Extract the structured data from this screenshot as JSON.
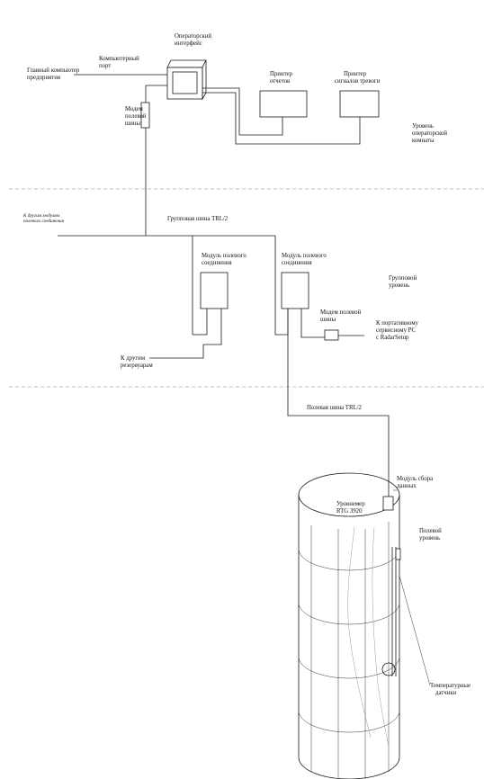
{
  "labels": {
    "operator_interface": [
      "Операторский",
      "интерфейс"
    ],
    "main_computer": [
      "Главный компьютер",
      "предприятия"
    ],
    "computer_port": [
      "Компьютерный",
      "порт"
    ],
    "report_printer": [
      "Принтер",
      "отчетов"
    ],
    "alarm_printer": [
      "Принтер",
      "сигналов тревоги"
    ],
    "fieldbus_modem_top": [
      "Модем",
      "полевой",
      "шины"
    ],
    "operator_room_level": [
      "Уровень",
      "операторской",
      "комнаты"
    ],
    "to_other_modules": [
      "К другим модулям",
      "полевого соединения"
    ],
    "group_bus": "Групповая шина TRL/2",
    "field_module_1": [
      "Модуль полевого",
      "соединения"
    ],
    "field_module_2": [
      "Модуль полевого",
      "соединения"
    ],
    "group_level": [
      "Групповой",
      "уровень"
    ],
    "fieldbus_modem_mid": [
      "Модем полевой",
      "шины"
    ],
    "portable_pc": [
      "К портативному",
      "сервисному PC",
      "с RadarSetup"
    ],
    "to_other_tanks": [
      "К другим",
      "резервуарам"
    ],
    "field_bus": "Полевая шина TRL/2",
    "data_module": [
      "Модуль сбора",
      "данных"
    ],
    "level_gauge": [
      "Уровнемер",
      "RTG 3920"
    ],
    "field_level": [
      "Полевой",
      "уровень"
    ],
    "temp_sensors": [
      "Температурные",
      "датчики"
    ]
  }
}
